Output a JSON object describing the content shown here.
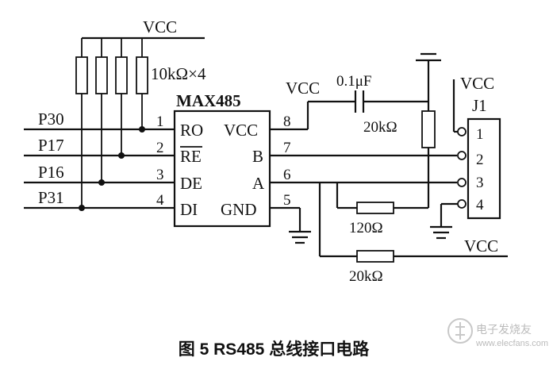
{
  "figure": {
    "caption": "图 5 RS485 总线接口电路",
    "watermark_text": "电子发烧友",
    "watermark_url": "www.elecfans.com"
  },
  "chip": {
    "name": "MAX485",
    "pins_left": [
      {
        "num": "1",
        "name": "RO",
        "net": "P30"
      },
      {
        "num": "2",
        "name": "RE",
        "overline": true,
        "net": "P17"
      },
      {
        "num": "3",
        "name": "DE",
        "net": "P16"
      },
      {
        "num": "4",
        "name": "DI",
        "net": "P31"
      }
    ],
    "pins_right": [
      {
        "num": "8",
        "name": "VCC"
      },
      {
        "num": "7",
        "name": "B"
      },
      {
        "num": "6",
        "name": "A"
      },
      {
        "num": "5",
        "name": "GND"
      }
    ]
  },
  "pullups": {
    "label": "10kΩ×4",
    "supply": "VCC"
  },
  "capacitor": {
    "label": "0.1μF",
    "supply": "VCC"
  },
  "resistors": {
    "pullup_b": "20kΩ",
    "termination": "120Ω",
    "pullup_a": "20kΩ",
    "pullup_a_supply": "VCC"
  },
  "connector": {
    "name": "J1",
    "supply": "VCC",
    "pins": [
      "1",
      "2",
      "3",
      "4"
    ]
  }
}
